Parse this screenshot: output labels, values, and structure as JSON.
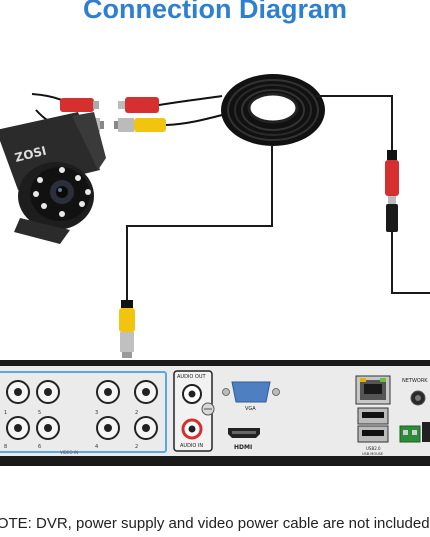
{
  "title": "Connection Diagram",
  "note": "NOTE: DVR, power supply and video power cable are not included.",
  "camera": {
    "brand": "ZOSI"
  },
  "dvr": {
    "audio_out_label": "AUDIO OUT",
    "audio_in_label": "AUDIO IN",
    "vga_label": "VGA",
    "hdmi_label": "HDMI",
    "network_label": "NETWORK",
    "usb_label": "USB2.0",
    "usb_sub_label": "USB MOUSE",
    "channel_numbers": [
      "1",
      "5",
      "3",
      "2",
      "8",
      "6",
      "4",
      "2"
    ],
    "video_in_label": "VIDEO IN"
  },
  "colors": {
    "title": "#2f7fd1",
    "video_connector": "#f1c40f",
    "power_connector": "#d62f2f",
    "highlight_box": "#5aa7e6",
    "cable": "#1a1a1a"
  }
}
